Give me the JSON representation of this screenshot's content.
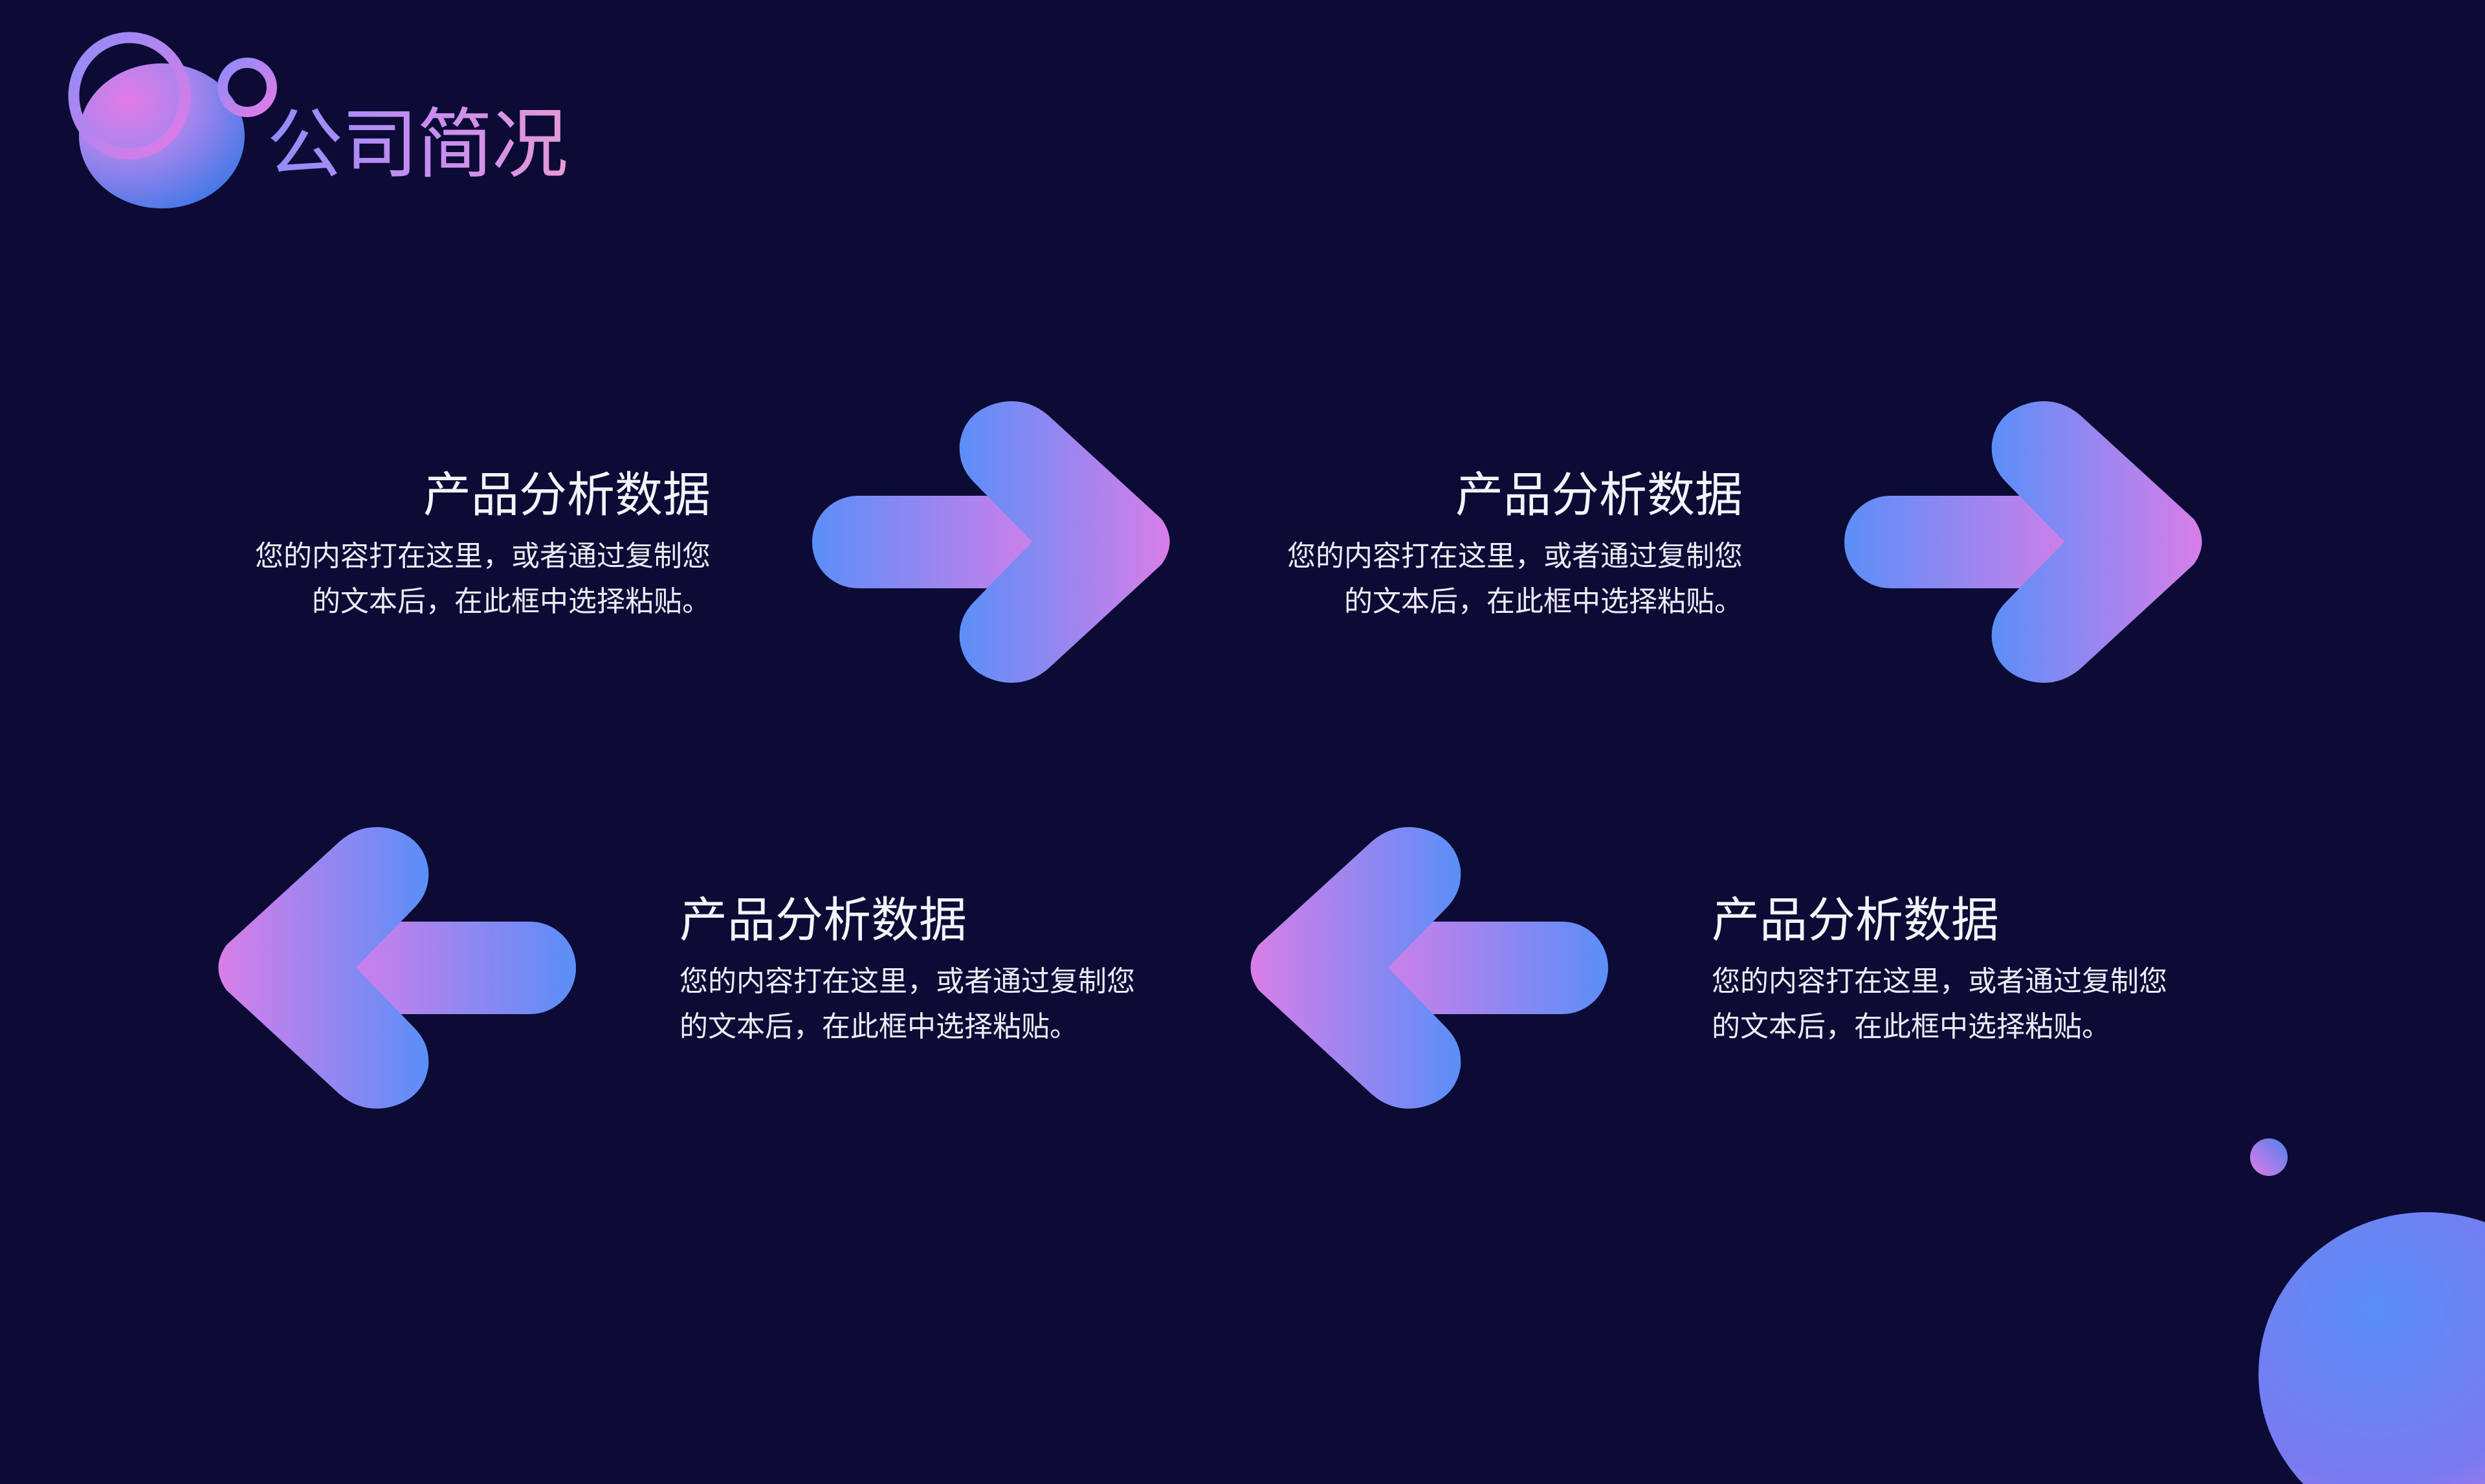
{
  "header": {
    "title": "公司简况",
    "logo_icon": "bubble-rings-icon"
  },
  "colors": {
    "background": "#0c0b35",
    "gradient_blue": "#5b8ef8",
    "gradient_pink": "#d47ee8",
    "text": "#f1f1f7"
  },
  "items": [
    {
      "heading": "产品分析数据",
      "line1": "您的内容打在这里，或者通过复制您",
      "line2": "的文本后，在此框中选择粘贴。",
      "arrow": "arrow-right-icon"
    },
    {
      "heading": "产品分析数据",
      "line1": "您的内容打在这里，或者通过复制您",
      "line2": "的文本后，在此框中选择粘贴。",
      "arrow": "arrow-right-icon"
    },
    {
      "heading": "产品分析数据",
      "line1": "您的内容打在这里，或者通过复制您",
      "line2": "的文本后，在此框中选择粘贴。",
      "arrow": "arrow-left-icon"
    },
    {
      "heading": "产品分析数据",
      "line1": "您的内容打在这里，或者通过复制您",
      "line2": "的文本后，在此框中选择粘贴。",
      "arrow": "arrow-left-icon"
    }
  ]
}
